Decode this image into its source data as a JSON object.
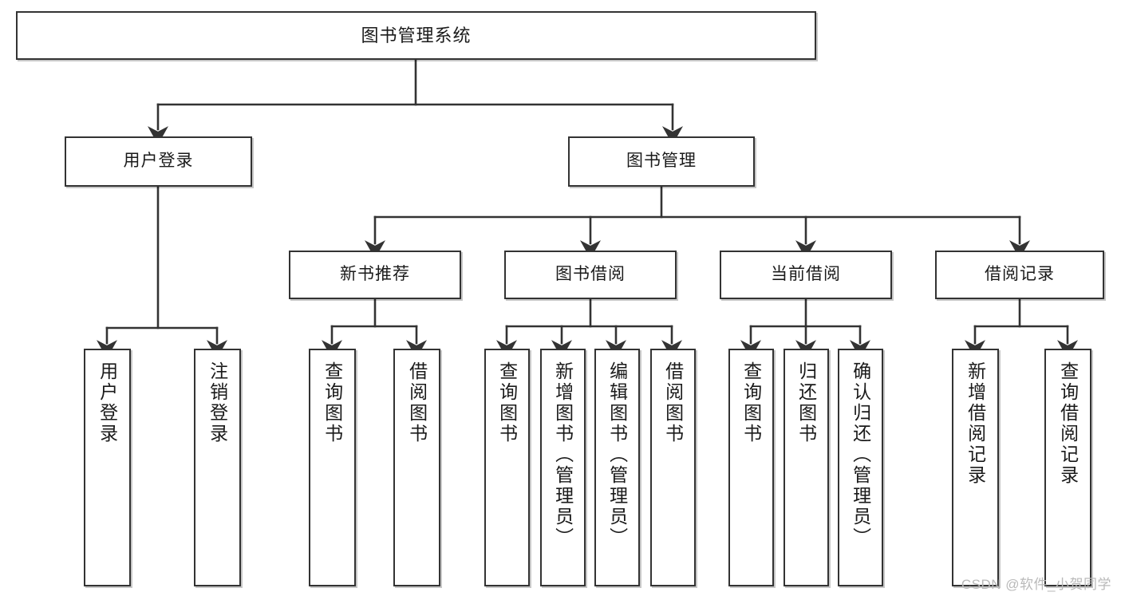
{
  "diagram": {
    "title": "图书管理系统",
    "type": "tree-hierarchy-diagram",
    "colors": {
      "border": "#333333",
      "background": "#ffffff",
      "text": "#1a1a1a",
      "watermark": "#b9b9b9"
    },
    "watermark": "CSDN @软件_小贺同学",
    "nodes": {
      "root": {
        "label": "图书管理系统"
      },
      "level2": [
        {
          "id": "user-login",
          "label": "用户登录"
        },
        {
          "id": "book-management",
          "label": "图书管理"
        }
      ],
      "level3": [
        {
          "id": "new-book-recommend",
          "label": "新书推荐"
        },
        {
          "id": "book-borrow",
          "label": "图书借阅"
        },
        {
          "id": "current-borrow",
          "label": "当前借阅"
        },
        {
          "id": "borrow-record",
          "label": "借阅记录"
        }
      ],
      "leaves": {
        "user_login": [
          {
            "id": "leaf-user-login",
            "label": "用户登录"
          },
          {
            "id": "leaf-logout-login",
            "label": "注销登录"
          }
        ],
        "new_book_recommend": [
          {
            "id": "leaf-query-book-1",
            "label": "查询图书"
          },
          {
            "id": "leaf-borrow-book-1",
            "label": "借阅图书"
          }
        ],
        "book_borrow": [
          {
            "id": "leaf-query-book-2",
            "label": "查询图书"
          },
          {
            "id": "leaf-add-book",
            "label": "新增图书（管理员）"
          },
          {
            "id": "leaf-edit-book",
            "label": "编辑图书（管理员）"
          },
          {
            "id": "leaf-borrow-book-2",
            "label": "借阅图书"
          }
        ],
        "current_borrow": [
          {
            "id": "leaf-query-book-3",
            "label": "查询图书"
          },
          {
            "id": "leaf-return-book",
            "label": "归还图书"
          },
          {
            "id": "leaf-confirm-return",
            "label": "确认归还（管理员）"
          }
        ],
        "borrow_record": [
          {
            "id": "leaf-add-borrow-record",
            "label": "新增借阅记录"
          },
          {
            "id": "leaf-query-borrow-record",
            "label": "查询借阅记录"
          }
        ]
      }
    }
  }
}
